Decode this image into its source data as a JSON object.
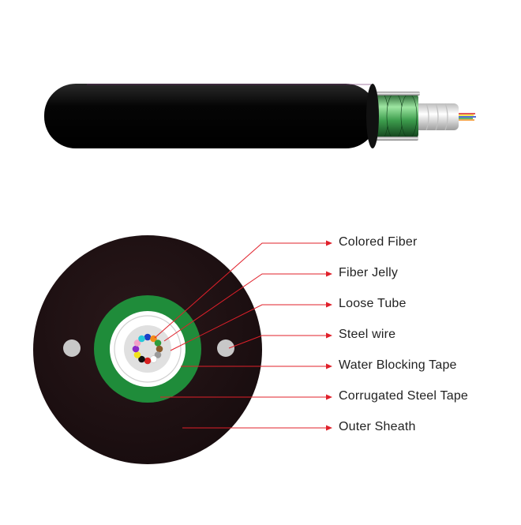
{
  "colors": {
    "sheath": "#201214",
    "jacket": "#0b0b0b",
    "steel_tape_green": "#1f8c3a",
    "water_tape": "#ffffff",
    "loose_tube": "#d9d9d9",
    "steel_wire": "#c8c8c8",
    "leader_line": "#e0202a"
  },
  "fiber_colors": [
    "#1a3fc8",
    "#f28c1a",
    "#2e9c3a",
    "#8a5a2a",
    "#9a9a9a",
    "#ffffff",
    "#d82020",
    "#111111",
    "#f2e21a",
    "#8a2ac8",
    "#f2a0c8",
    "#27c8d8"
  ],
  "labels": [
    {
      "id": "colored-fiber",
      "text": "Colored Fiber"
    },
    {
      "id": "fiber-jelly",
      "text": "Fiber Jelly"
    },
    {
      "id": "loose-tube",
      "text": "Loose Tube"
    },
    {
      "id": "steel-wire",
      "text": "Steel wire"
    },
    {
      "id": "water-blocking-tape",
      "text": "Water Blocking Tape"
    },
    {
      "id": "corrugated-steel-tape",
      "text": "Corrugated Steel Tape"
    },
    {
      "id": "outer-sheath",
      "text": "Outer Sheath"
    }
  ]
}
